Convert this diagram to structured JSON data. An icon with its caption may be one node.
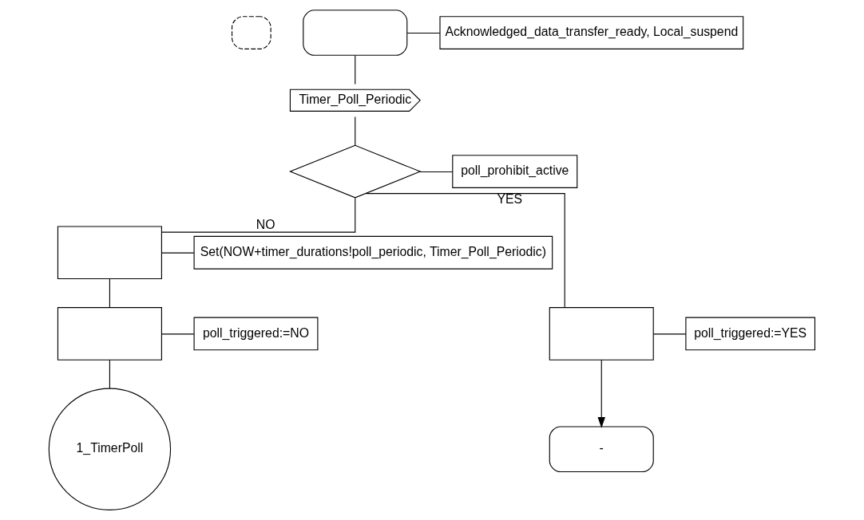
{
  "diagram": {
    "nodes": [
      {
        "text": [],
        "shape": "box"
      },
      {
        "text": [],
        "shape": "box"
      },
      {
        "text": [
          "Acknowledged_data_transfer_ready, Local_suspend"
        ]
      },
      {
        "text": [
          "Timer_Poll_Periodic"
        ]
      },
      {
        "text": [],
        "shape": "diamond"
      },
      {
        "text": [
          "poll_prohibit_active"
        ]
      },
      {
        "text": [],
        "shape": "box"
      },
      {
        "text": [
          "Set(NOW+timer_durations!poll_periodic, Timer_Poll_Periodic)"
        ]
      },
      {
        "text": [
          "poll_triggered:=YES"
        ]
      },
      {
        "text": [],
        "shape": "box"
      },
      {
        "text": [],
        "shape": "box"
      },
      {
        "text": [
          "poll_triggered:=NO"
        ]
      },
      {
        "text": [
          "-"
        ]
      },
      {
        "text": [
          "1_TimerPoll"
        ]
      }
    ],
    "edges": [
      {
        "from": 1,
        "to": 2,
        "arrow": "none"
      },
      {
        "from": 1,
        "to": 3,
        "arrow": "none"
      },
      {
        "from": 3,
        "to": 4,
        "arrow": "none"
      },
      {
        "from": 4,
        "to": 5,
        "arrow": "none"
      },
      {
        "from": 4,
        "to": 9,
        "arrow": "none",
        "label": "YES"
      },
      {
        "from": 4,
        "to": 6,
        "arrow": "none",
        "label": "NO"
      },
      {
        "from": 6,
        "to": 7,
        "arrow": "none"
      },
      {
        "from": 6,
        "to": 10,
        "arrow": "none"
      },
      {
        "from": 10,
        "to": 11,
        "arrow": "none"
      },
      {
        "from": 10,
        "to": 13,
        "arrow": "none"
      },
      {
        "from": 9,
        "to": 8,
        "arrow": "none"
      },
      {
        "from": 9,
        "to": 12,
        "arrow": "to"
      }
    ]
  }
}
